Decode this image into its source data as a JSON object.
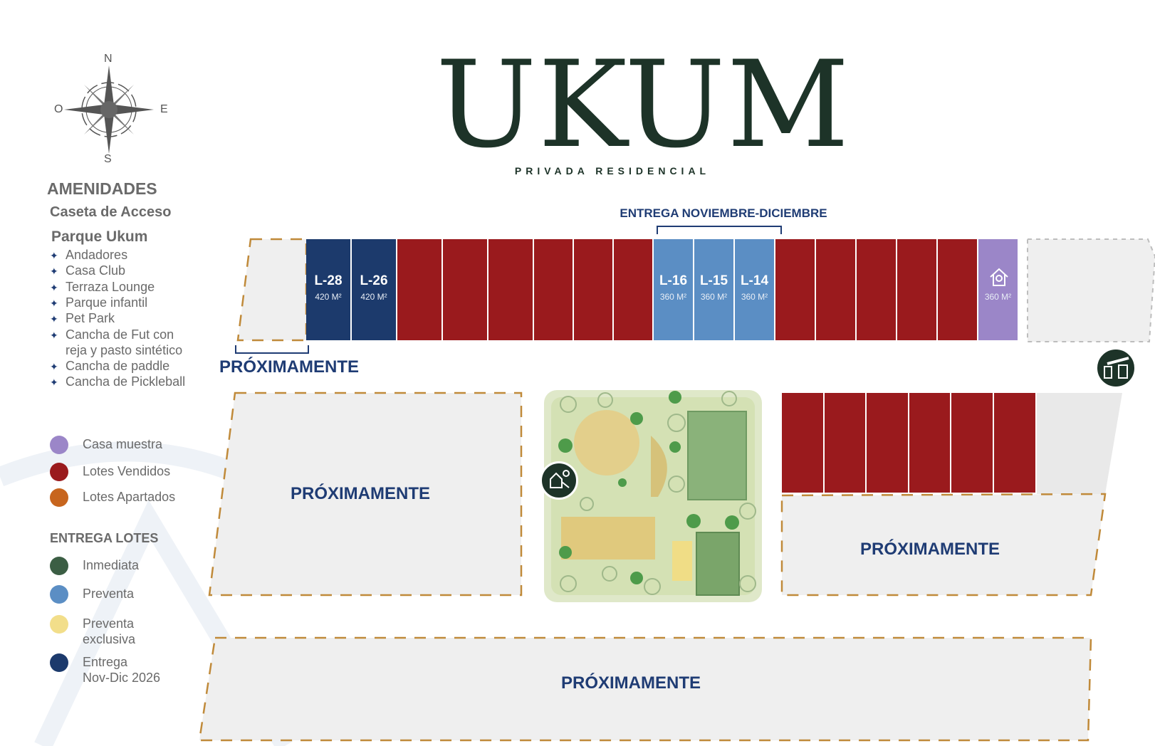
{
  "header": {
    "brand": "UKUM",
    "subtitle": "PRIVADA RESIDENCIAL"
  },
  "compass": {
    "n": "N",
    "s": "S",
    "e": "E",
    "w": "O"
  },
  "legend": {
    "amenities_title": "AMENIDADES",
    "gatehouse": "Caseta de Acceso",
    "park_title": "Parque Ukum",
    "amenities": [
      "Andadores",
      "Casa Club",
      "Terraza Lounge",
      "Parque infantil",
      "Pet Park",
      "Cancha de Fut con",
      "reja y pasto sintético",
      "Cancha de paddle",
      "Cancha de Pickleball"
    ],
    "status": [
      {
        "label": "Casa muestra",
        "color": "#9b86c8"
      },
      {
        "label": "Lotes Vendidos",
        "color": "#9a1a1d"
      },
      {
        "label": "Lotes Apartados",
        "color": "#c7651e"
      }
    ],
    "delivery_title": "ENTREGA LOTES",
    "delivery": [
      {
        "label": "Inmediata",
        "color": "#3b5e44"
      },
      {
        "label": "Preventa",
        "color": "#5b8ec4"
      },
      {
        "label": "Preventa",
        "label2": "exclusiva",
        "color": "#f2de8a"
      },
      {
        "label": "Entrega",
        "label2": "Nov-Dic 2026",
        "color": "#1c3a6c"
      }
    ]
  },
  "map": {
    "delivery_banner": "ENTREGA NOVIEMBRE-DICIEMBRE",
    "coming_soon": "PRÓXIMAMENTE",
    "top_row_lots": [
      {
        "label": "L-28",
        "area": "420 M²",
        "color": "#1c3a6c"
      },
      {
        "label": "L-26",
        "area": "420 M²",
        "color": "#1c3a6c"
      },
      {
        "label": "",
        "area": "",
        "color": "#9a1a1d"
      },
      {
        "label": "",
        "area": "",
        "color": "#9a1a1d"
      },
      {
        "label": "",
        "area": "",
        "color": "#9a1a1d"
      },
      {
        "label": "",
        "area": "",
        "color": "#9a1a1d"
      },
      {
        "label": "",
        "area": "",
        "color": "#9a1a1d"
      },
      {
        "label": "",
        "area": "",
        "color": "#9a1a1d"
      },
      {
        "label": "L-16",
        "area": "360 M²",
        "color": "#5b8ec4"
      },
      {
        "label": "L-15",
        "area": "360 M²",
        "color": "#5b8ec4"
      },
      {
        "label": "L-14",
        "area": "360 M²",
        "color": "#5b8ec4"
      },
      {
        "label": "",
        "area": "",
        "color": "#9a1a1d"
      },
      {
        "label": "",
        "area": "",
        "color": "#9a1a1d"
      },
      {
        "label": "",
        "area": "",
        "color": "#9a1a1d"
      },
      {
        "label": "",
        "area": "",
        "color": "#9a1a1d"
      },
      {
        "label": "",
        "area": "",
        "color": "#9a1a1d"
      },
      {
        "label": "",
        "area": "360 M²",
        "color": "#9b86c8",
        "icon": "model-house-icon"
      }
    ],
    "right_block_lots": [
      {
        "color": "#9a1a1d"
      },
      {
        "color": "#9a1a1d"
      },
      {
        "color": "#9a1a1d"
      },
      {
        "color": "#9a1a1d"
      },
      {
        "color": "#9a1a1d"
      },
      {
        "color": "#9a1a1d"
      }
    ],
    "icons": [
      "playground-icon",
      "gatehouse-icon"
    ]
  }
}
